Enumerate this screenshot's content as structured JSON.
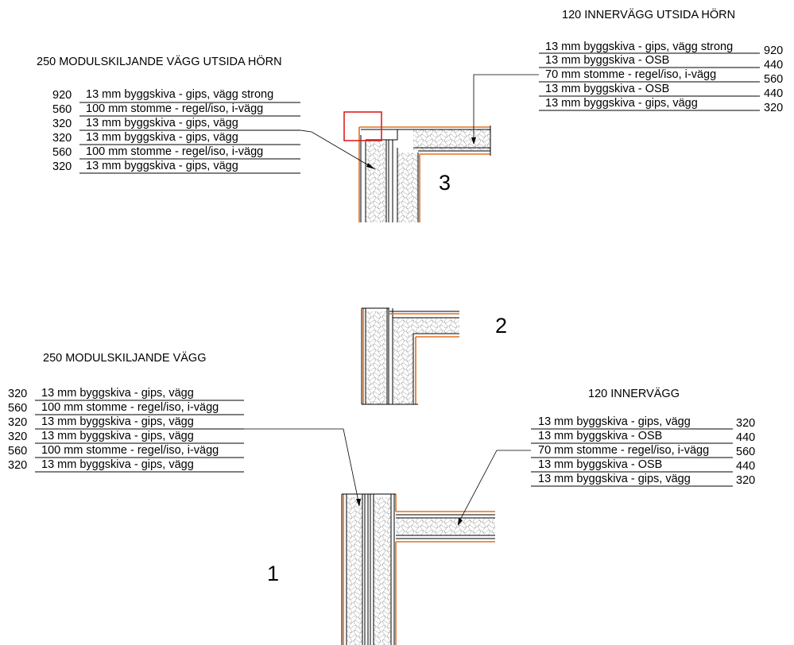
{
  "colors": {
    "line": "#000000",
    "board_edge": "#e07020",
    "insulation": "#9a9a9a",
    "highlight": "#e02020"
  },
  "details": [
    {
      "id": "detail-250-outer-corner",
      "title": "250 MODULSKILJANDE VÄGG UTSIDA HÖRN",
      "layers": [
        {
          "code": "920",
          "text": "13 mm  byggskiva - gips, vägg strong"
        },
        {
          "code": "560",
          "text": "100 mm  stomme - regel/iso, i-vägg"
        },
        {
          "code": "320",
          "text": "13 mm  byggskiva - gips, vägg"
        },
        {
          "code": "320",
          "text": "13 mm  byggskiva - gips, vägg"
        },
        {
          "code": "560",
          "text": "100 mm  stomme - regel/iso, i-vägg"
        },
        {
          "code": "320",
          "text": "13 mm  byggskiva - gips, vägg"
        }
      ]
    },
    {
      "id": "detail-120-outer-corner",
      "title": "120 INNERVÄGG UTSIDA HÖRN",
      "layers": [
        {
          "code": "920",
          "text": "13 mm  byggskiva - gips, vägg strong"
        },
        {
          "code": "440",
          "text": "13 mm  byggskiva - OSB"
        },
        {
          "code": "560",
          "text": "70 mm  stomme - regel/iso, i-vägg"
        },
        {
          "code": "440",
          "text": "13 mm  byggskiva - OSB"
        },
        {
          "code": "320",
          "text": "13 mm  byggskiva - gips, vägg"
        }
      ]
    },
    {
      "id": "detail-250",
      "title": "250 MODULSKILJANDE VÄGG",
      "layers": [
        {
          "code": "320",
          "text": "13 mm  byggskiva - gips, vägg"
        },
        {
          "code": "560",
          "text": "100 mm  stomme - regel/iso, i-vägg"
        },
        {
          "code": "320",
          "text": "13 mm  byggskiva - gips, vägg"
        },
        {
          "code": "320",
          "text": "13 mm  byggskiva - gips, vägg"
        },
        {
          "code": "560",
          "text": "100 mm  stomme - regel/iso, i-vägg"
        },
        {
          "code": "320",
          "text": "13 mm  byggskiva - gips, vägg"
        }
      ]
    },
    {
      "id": "detail-120",
      "title": "120 INNERVÄGG",
      "layers": [
        {
          "code": "320",
          "text": "13 mm  byggskiva - gips, vägg"
        },
        {
          "code": "440",
          "text": "13 mm  byggskiva - OSB"
        },
        {
          "code": "560",
          "text": "70 mm  stomme - regel/iso, i-vägg"
        },
        {
          "code": "440",
          "text": "13 mm  byggskiva - OSB"
        },
        {
          "code": "320",
          "text": "13 mm  byggskiva - gips, vägg"
        }
      ]
    }
  ],
  "markers": {
    "one": "1",
    "two": "2",
    "three": "3"
  }
}
